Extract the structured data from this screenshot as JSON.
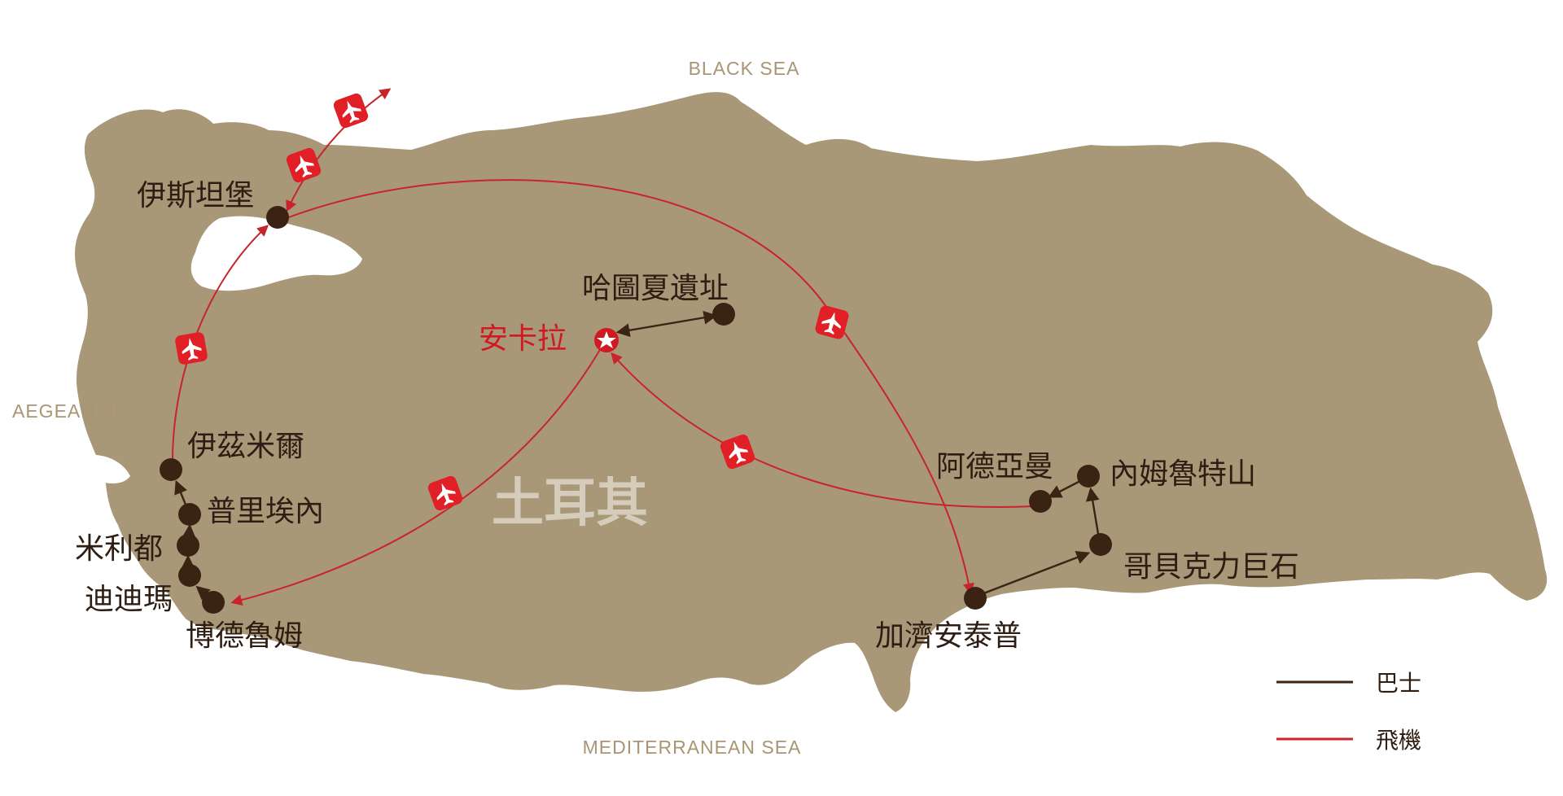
{
  "seas": {
    "black": "BLACK SEA",
    "aegean": "AEGEAN SEA",
    "mediterranean": "MEDITERRANEAN SEA"
  },
  "country": "土耳其",
  "capital": "安卡拉",
  "cities": {
    "istanbul": "伊斯坦堡",
    "hattusa": "哈圖夏遺址",
    "izmir": "伊茲米爾",
    "priene": "普里埃內",
    "miletus": "米利都",
    "didyma": "迪迪瑪",
    "bodrum": "博德魯姆",
    "adiyaman": "阿德亞曼",
    "nemrut": "內姆魯特山",
    "gobekli": "哥貝克力巨石",
    "gaziantep": "加濟安泰普"
  },
  "legend": {
    "bus": "巴士",
    "flight": "飛機"
  },
  "colors": {
    "land": "#a99878",
    "flight": "#c8242b",
    "bus": "#3a2413",
    "dot": "#3b2314",
    "capital": "#d01922",
    "sea_label": "#a89574",
    "country_label": "#d5ccbb"
  },
  "icons": {
    "flight": "airplane-icon",
    "capital": "star-icon",
    "stop": "city-dot-icon"
  }
}
